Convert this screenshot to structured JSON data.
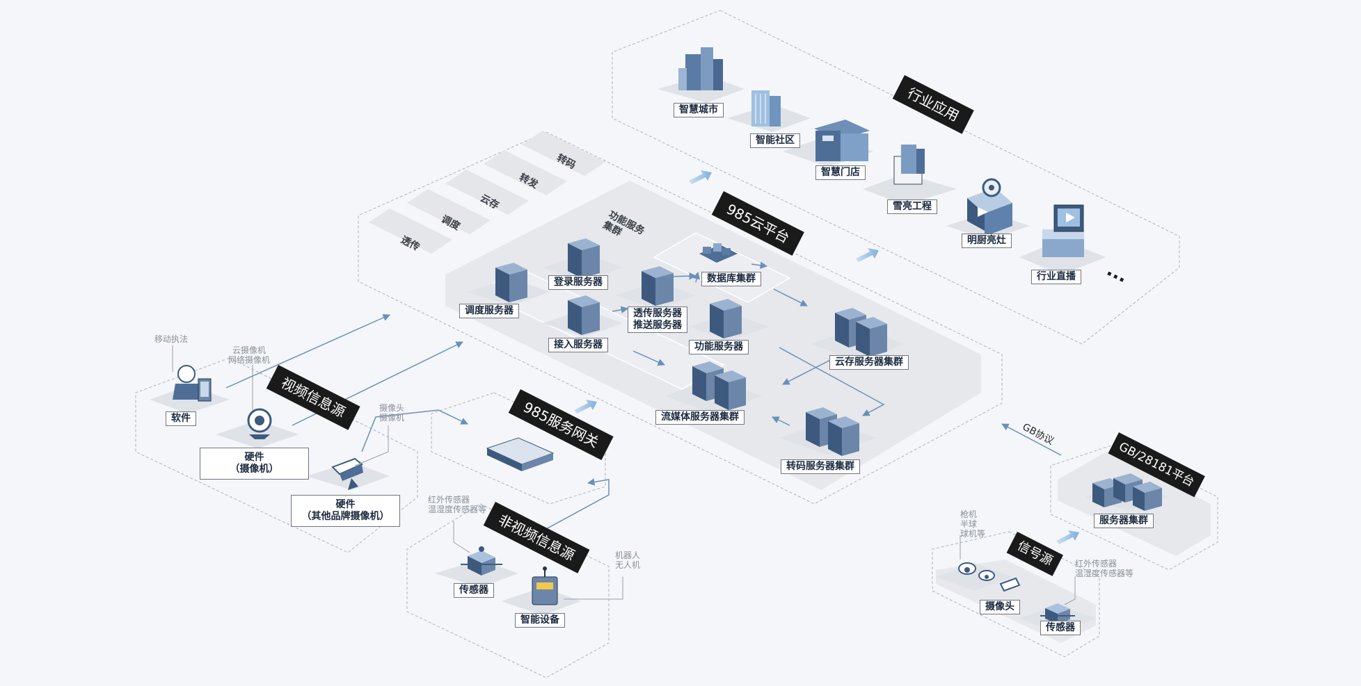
{
  "titles": {
    "industry": "行业应用",
    "cloud": "985云平台",
    "gateway": "985服务网关",
    "video_source": "视频信息源",
    "nonvideo_source": "非视频信息源",
    "signal_source": "信号源",
    "gb_platform": "GB/28181平台"
  },
  "industry_apps": {
    "smart_city": "智慧城市",
    "smart_community": "智能社区",
    "smart_store": "智慧门店",
    "sharp_eyes": "雪亮工程",
    "bright_kitchen": "明厨亮灶",
    "industry_live": "行业直播",
    "more": "···"
  },
  "cloud_strips": [
    "转码",
    "转发",
    "云存",
    "调度",
    "透传"
  ],
  "cloud_nodes": {
    "function_cluster": "功能服务\n集群",
    "dispatch_server": "调度服务器",
    "login_server": "登录服务器",
    "db_cluster": "数据库集群",
    "relay_push_server": "透传服务器\n推送服务器",
    "access_server": "接入服务器",
    "function_server": "功能服务器",
    "cloud_storage_cluster": "云存服务器集群",
    "stream_media_cluster": "流媒体服务器集群",
    "transcode_cluster": "转码服务器集群"
  },
  "video_source": {
    "mobile_enforcement": "移动执法",
    "cloud_camera": "云摄像机\n网络摄像机",
    "camera_head": "摄像头\n摄像机",
    "software": "软件",
    "hardware_camera": "硬件\n（摄像机）",
    "hardware_other": "硬件\n（其他品牌摄像机）"
  },
  "nonvideo_source": {
    "sensor_note": "红外传感器\n温湿度传感器等",
    "robot_note": "机器人\n无人机",
    "sensor": "传感器",
    "smart_device": "智能设备"
  },
  "signal_source": {
    "camera_note": "枪机\n半球\n球机等",
    "sensor_note": "红外传感器\n温湿度传感器等",
    "camera": "摄像头",
    "sensor": "传感器"
  },
  "gb_platform": {
    "protocol": "GB协议",
    "server_cluster": "服务器集群"
  },
  "colors": {
    "background": "#f4f6f9",
    "server_top": "#6b86a8",
    "server_side": "#3d5a7e",
    "arrow": "#6a8fb8",
    "title_bg": "#1a1a1a"
  }
}
